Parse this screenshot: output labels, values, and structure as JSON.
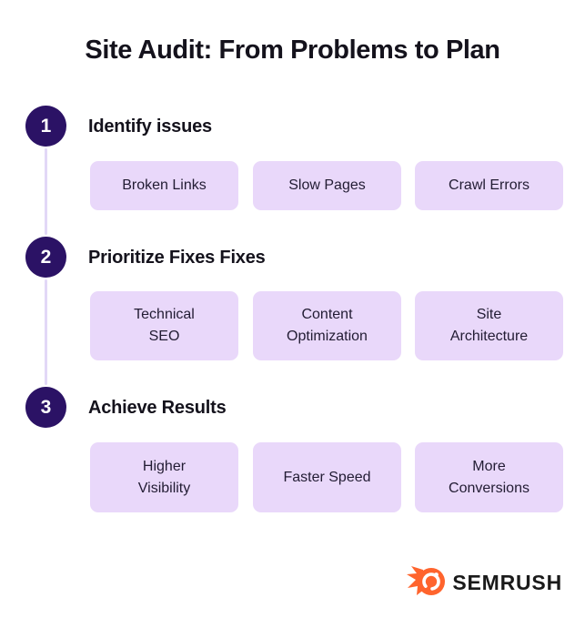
{
  "title": "Site Audit: From Problems to Plan",
  "steps": [
    {
      "number": "1",
      "heading": "Identify issues",
      "items": [
        "Broken Links",
        "Slow Pages",
        "Crawl Errors"
      ]
    },
    {
      "number": "2",
      "heading": "Prioritize Fixes Fixes",
      "items": [
        "Technical\nSEO",
        "Content\nOptimization",
        "Site\nArchitecture"
      ]
    },
    {
      "number": "3",
      "heading": "Achieve Results",
      "items": [
        "Higher\nVisibility",
        "Faster Speed",
        "More\nConversions"
      ]
    }
  ],
  "logo": {
    "text": "SEMRUSH",
    "icon": "semrush-comet-icon"
  },
  "colors": {
    "background": "#ffffff",
    "step_circle": "#2b1265",
    "step_number_text": "#ffffff",
    "pill_background": "#e9d8fa",
    "pill_text": "#221c33",
    "connector_line": "#e2d8f7",
    "heading_text": "#14121c",
    "logo_orange": "#ff642d",
    "logo_text": "#1a1a1a"
  }
}
